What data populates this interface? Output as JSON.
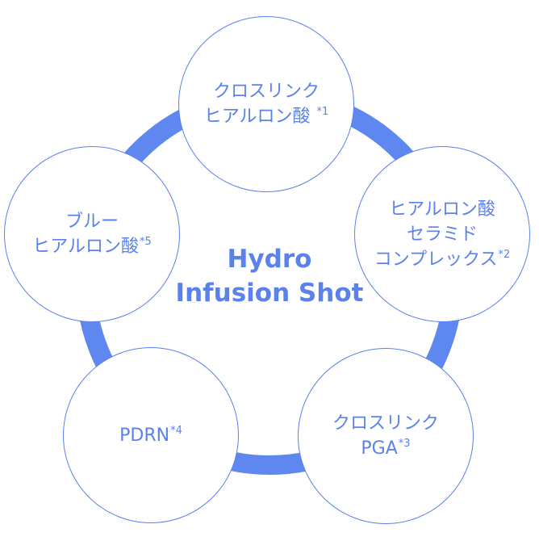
{
  "center": {
    "line1": "Hydro",
    "line2": "Infusion Shot"
  },
  "nodes": [
    {
      "lines": [
        "クロスリンク",
        "ヒアルロン酸 "
      ],
      "mark": "*1"
    },
    {
      "lines": [
        "ヒアルロン酸",
        "セラミド",
        "コンプレックス"
      ],
      "mark": "*2"
    },
    {
      "lines": [
        "クロスリンク",
        "PGA"
      ],
      "mark": "*3"
    },
    {
      "lines": [
        "PDRN"
      ],
      "mark": "*4"
    },
    {
      "lines": [
        "ブルー",
        "ヒアルロン酸"
      ],
      "mark": "*5"
    }
  ],
  "colors": {
    "accent": "#5b82ec",
    "ring": "#5f87f0"
  }
}
